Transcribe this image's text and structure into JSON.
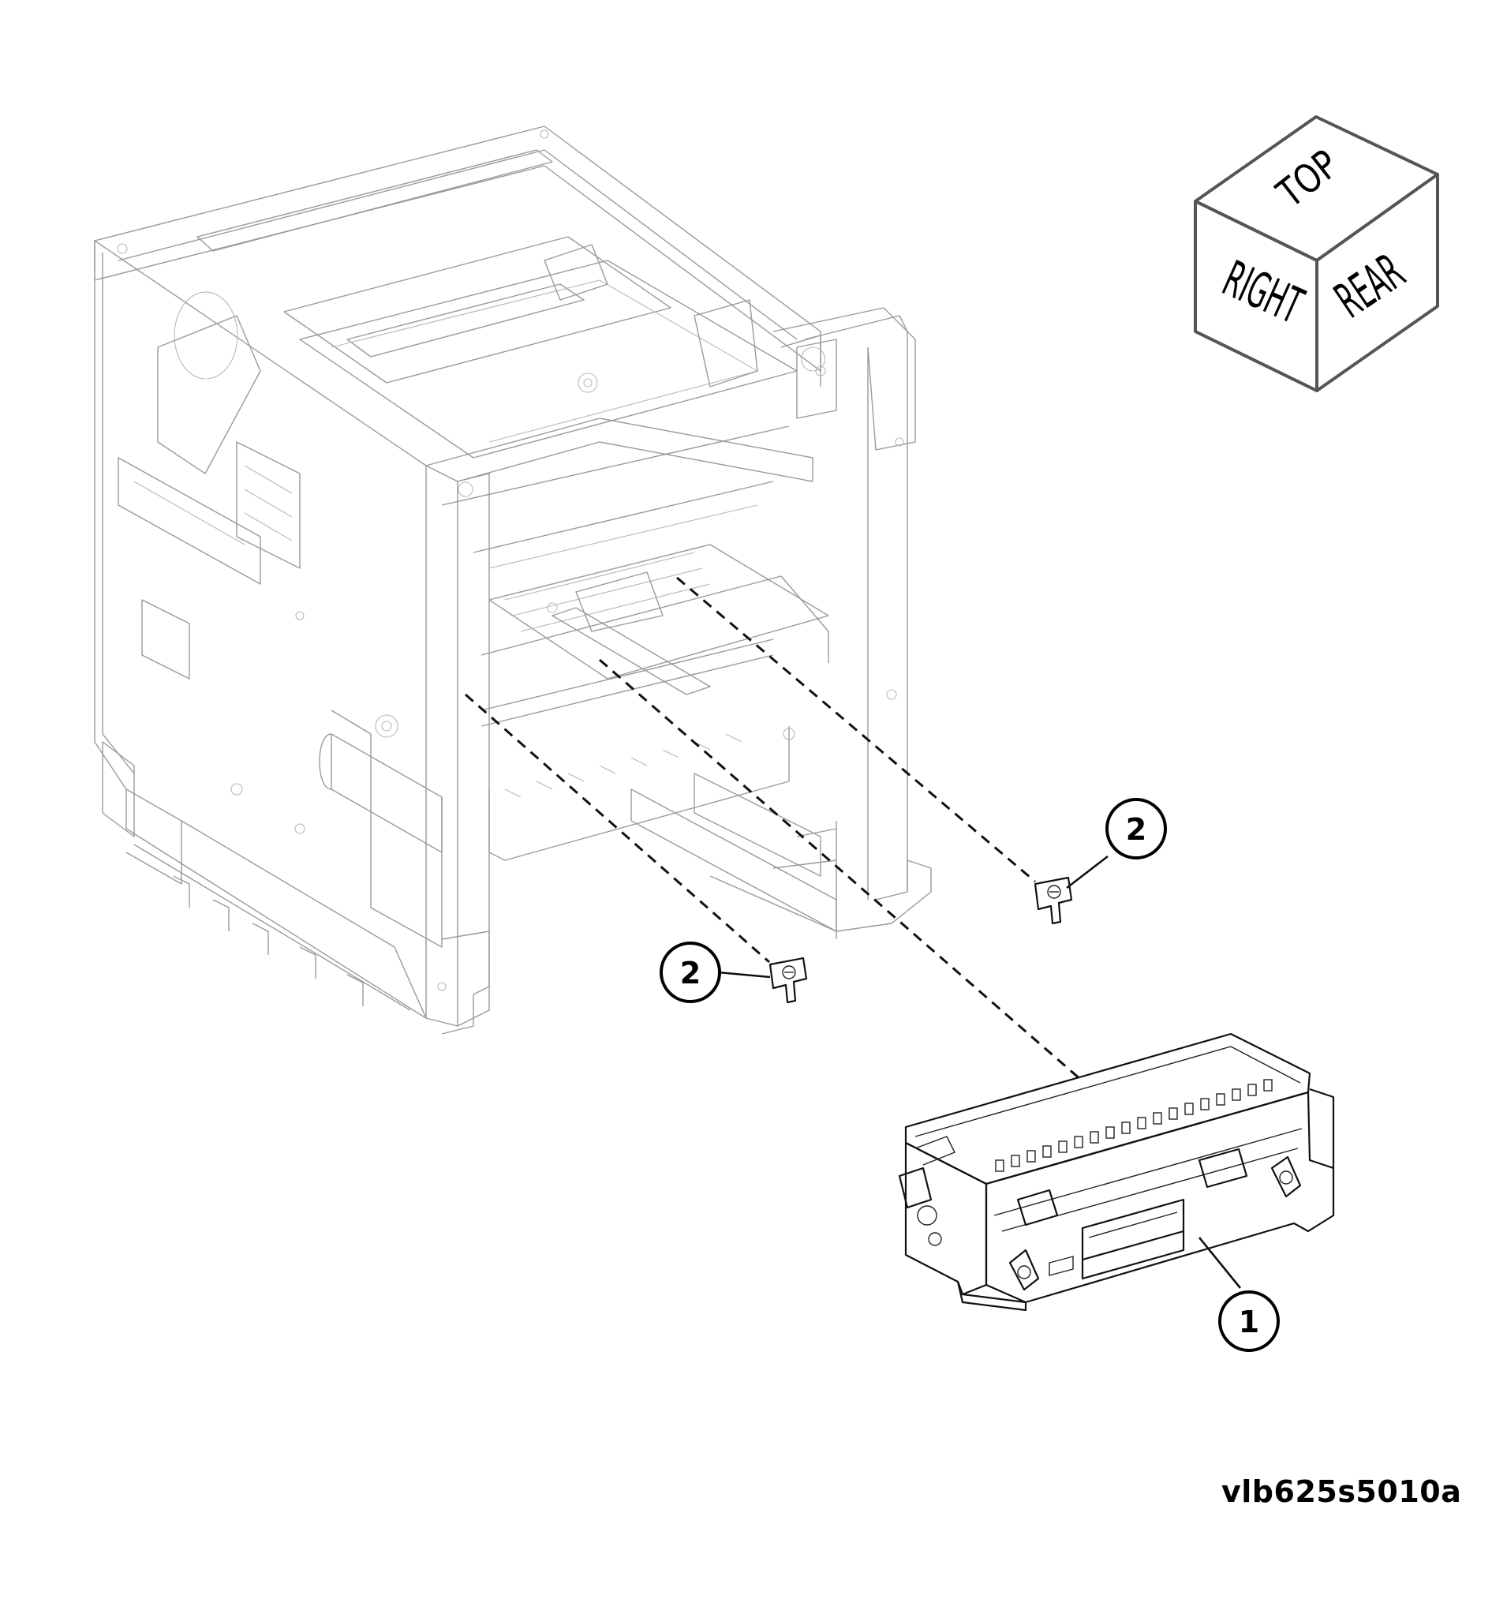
{
  "orientation_cube": {
    "top_label": "TOP",
    "right_label": "RIGHT",
    "rear_label": "REAR"
  },
  "callouts": [
    {
      "id": "callout-1",
      "label": "1",
      "part": "fuser-assembly"
    },
    {
      "id": "callout-2a",
      "label": "2",
      "part": "clip"
    },
    {
      "id": "callout-2b",
      "label": "2",
      "part": "clip"
    }
  ],
  "figure_id": "vlb625s5010a",
  "colors": {
    "line_art": "#111111",
    "frame": "#9a9a9a",
    "cube_edge": "#555555"
  }
}
